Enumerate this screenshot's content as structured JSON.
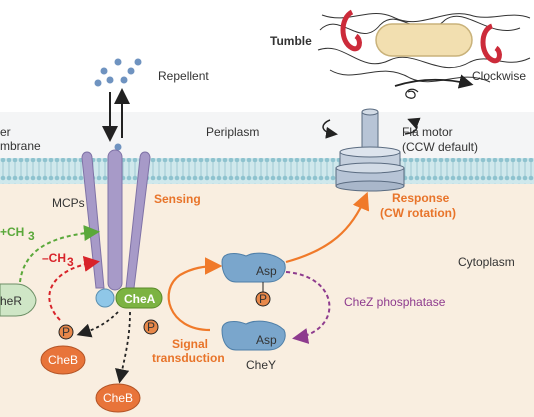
{
  "labels": {
    "tumble": "Tumble",
    "clockwise": "Clockwise",
    "repellent": "Repellent",
    "outer_membrane_1": "er",
    "outer_membrane_2": "mbrane",
    "periplasm": "Periplasm",
    "fla_motor_1": "Fla motor",
    "fla_motor_2": "(CCW default)",
    "mcps": "MCPs",
    "sensing": "Sensing",
    "response_1": "Response",
    "response_2": "(CW rotation)",
    "plus_ch3": "+CH",
    "minus_ch3": "–CH",
    "ch3_sub": "3",
    "cheR": "heR",
    "cheA": "CheA",
    "p": "P",
    "cheB_1": "CheB",
    "cheB_2": "CheB",
    "signal_1": "Signal",
    "signal_2": "transduction",
    "asp_1": "Asp",
    "asp_2": "Asp",
    "cheY": "CheY",
    "cheZ": "CheZ phosphatase",
    "cytoplasm": "Cytoplasm"
  },
  "colors": {
    "cytoplasm": "#f9eee0",
    "membrane": "#bfe0e6",
    "receptor": "#a79ac8",
    "cheA": "#7cb342",
    "cheB": "#e8743a",
    "cheR": "#cfe6c6",
    "cheY": "#7aa6cc",
    "phospho": "#e8884a",
    "orange_arrow": "#f07a2a",
    "red_arrow": "#d8232a",
    "green_arrow": "#5aa83a",
    "purple_arrow": "#8e3b8e",
    "dots": "#6f93c0"
  }
}
